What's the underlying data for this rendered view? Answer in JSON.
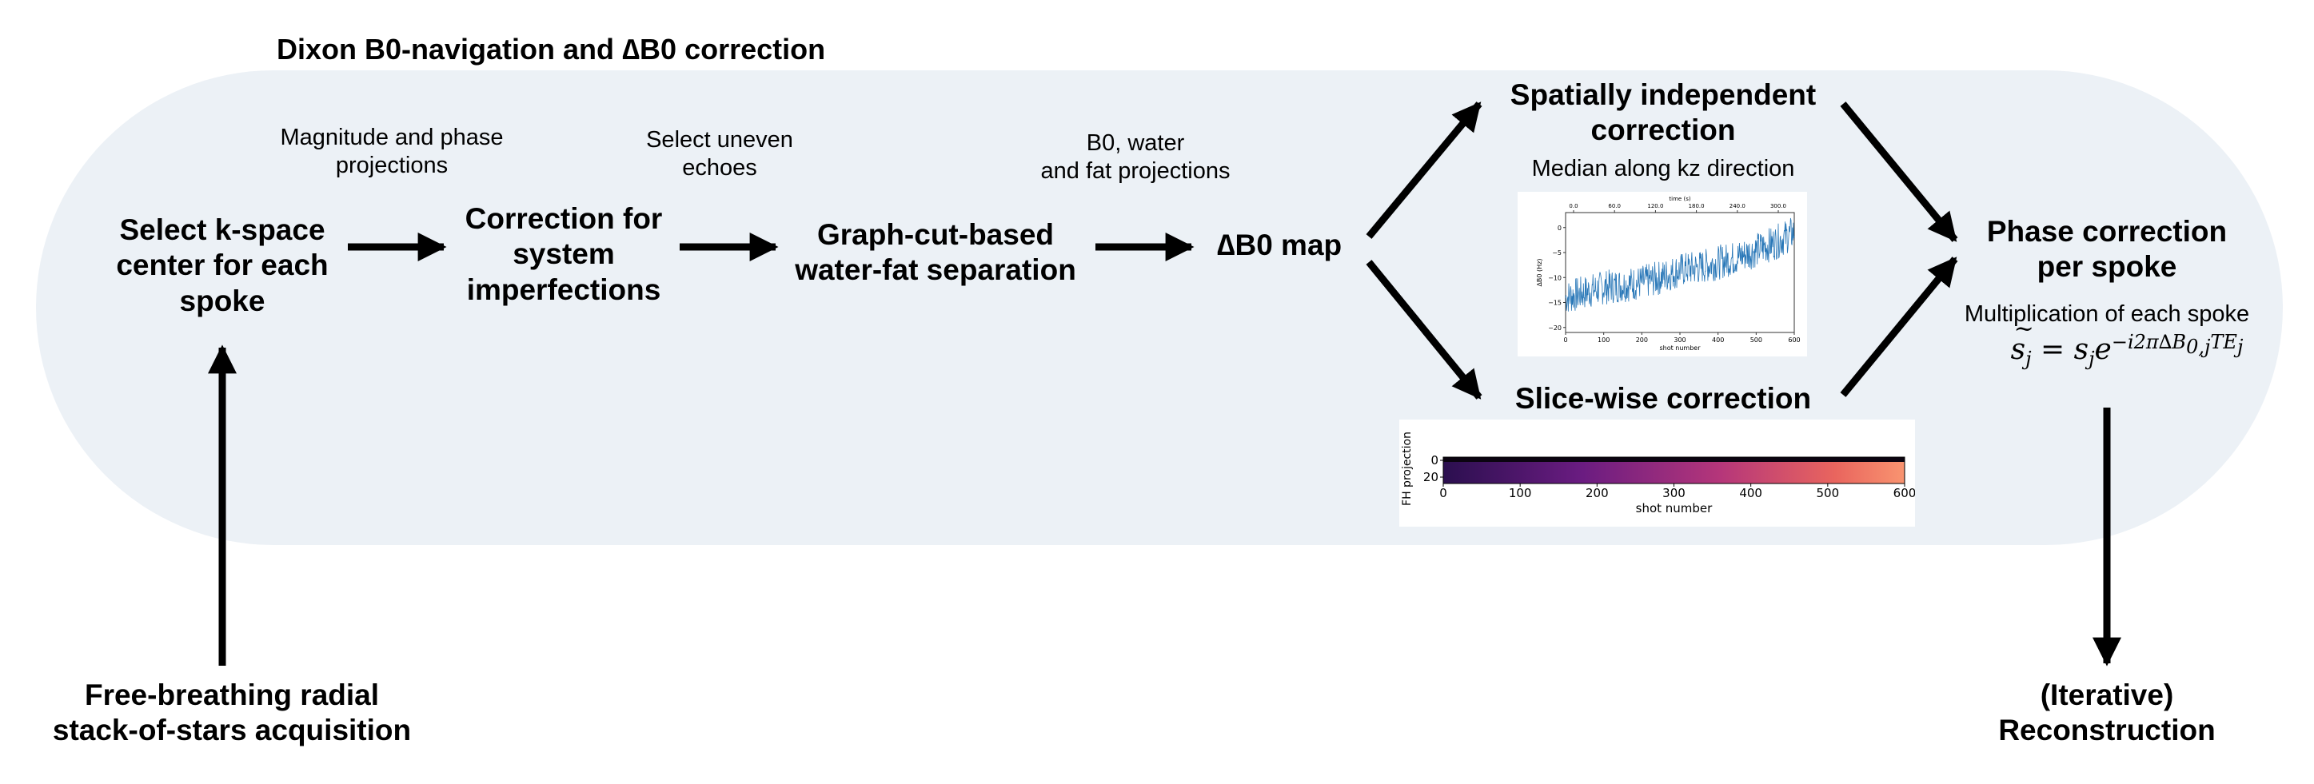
{
  "diagram": {
    "title": "Dixon B0-navigation and ∆B0 correction",
    "nodes": {
      "select_kspace": [
        "Select k-space",
        "center for each",
        "spoke"
      ],
      "correction_system": [
        "Correction for",
        "system",
        "imperfections"
      ],
      "graph_cut": [
        "Graph-cut-based",
        "water-fat separation"
      ],
      "db0_map": "∆B0 map",
      "spatial": [
        "Spatially independent",
        "correction"
      ],
      "slicewise": "Slice-wise correction",
      "phase_correction": [
        "Phase correction",
        "per spoke"
      ],
      "acquisition": [
        "Free-breathing radial",
        "stack-of-stars acquisition"
      ],
      "reconstruction": [
        "(Iterative)",
        "Reconstruction"
      ]
    },
    "edge_labels": {
      "magnitude": [
        "Magnitude and phase",
        "projections"
      ],
      "uneven": [
        "Select uneven",
        "echoes"
      ],
      "b0water": [
        "B0, water",
        "and fat projections"
      ],
      "median": "Median along kz direction",
      "multiplication": "Multiplication of each spoke"
    },
    "equation": {
      "lhs": "s",
      "lhs_sub": "j",
      "equals": "=",
      "rhs": "s",
      "rhs_sub": "j",
      "base": "e",
      "exponent_prefix": "−i2π∆B",
      "exponent_sub": "0,j",
      "exponent_suffix": "TE",
      "exponent_suffix_sub": "j"
    },
    "colors": {
      "background_band": "#ecf1f6",
      "arrow": "#000000",
      "line_plot": "#2a78b8"
    }
  },
  "chart_data": [
    {
      "type": "line",
      "title": "",
      "top_axis_label": "time (s)",
      "top_ticks": [
        "0.0",
        "60.0",
        "120.0",
        "180.0",
        "240.0",
        "300.0"
      ],
      "xlabel": "shot number",
      "ylabel": "∆B0 (Hz)",
      "x_ticks": [
        "0",
        "100",
        "200",
        "300",
        "400",
        "500",
        "600"
      ],
      "y_ticks": [
        "0",
        "−5",
        "−10",
        "−15",
        "−20"
      ],
      "xlim": [
        0,
        600
      ],
      "ylim": [
        -21,
        3
      ],
      "series": [
        {
          "x": [
            0,
            50,
            100,
            150,
            200,
            250,
            300,
            350,
            400,
            450,
            500,
            550,
            600
          ],
          "y": [
            -14,
            -13,
            -12,
            -11.5,
            -11,
            -10,
            -8.5,
            -8,
            -7,
            -6,
            -4.5,
            -3,
            -1
          ]
        }
      ]
    },
    {
      "type": "heatmap",
      "ylabel": "FH projection",
      "xlabel": "shot number",
      "x_ticks": [
        "0",
        "100",
        "200",
        "300",
        "400",
        "500",
        "600"
      ],
      "y_ticks": [
        "0",
        "20"
      ],
      "xlim": [
        0,
        600
      ]
    }
  ]
}
